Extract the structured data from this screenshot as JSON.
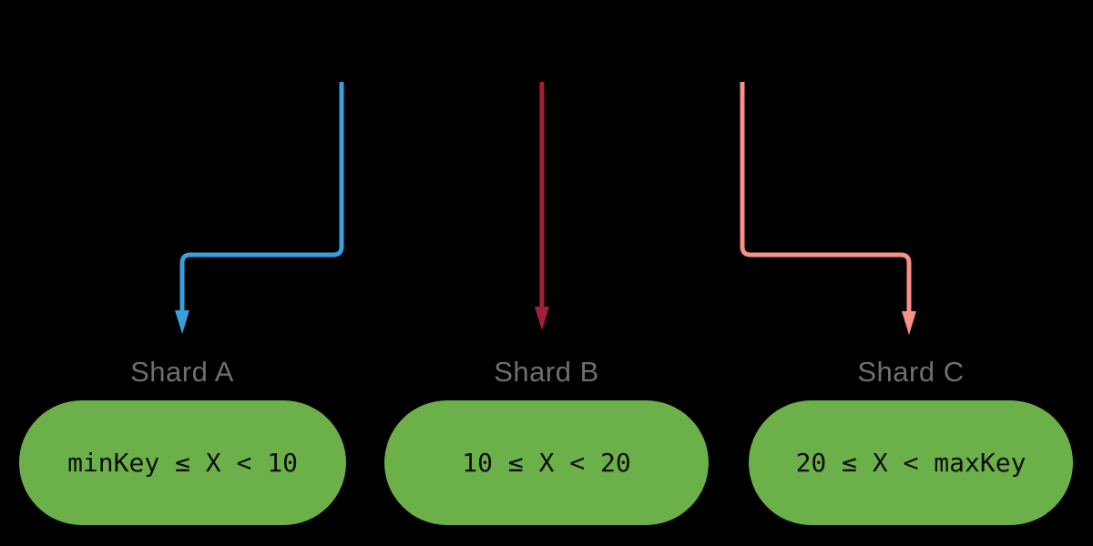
{
  "diagram": {
    "title_hint": "shard key range routing",
    "background_color": "#000000",
    "label_color": "#6f6f6f",
    "pill_color": "#6cb04a",
    "pill_text_color": "#0e0e0e",
    "shards": [
      {
        "name": "Shard A",
        "range": "minKey ≤ X < 10",
        "arrow_color": "#3aa0dc"
      },
      {
        "name": "Shard B",
        "range": "10 ≤ X < 20",
        "arrow_color": "#a32037"
      },
      {
        "name": "Shard C",
        "range": "20 ≤ X < maxKey",
        "arrow_color": "#fa9187"
      }
    ]
  }
}
